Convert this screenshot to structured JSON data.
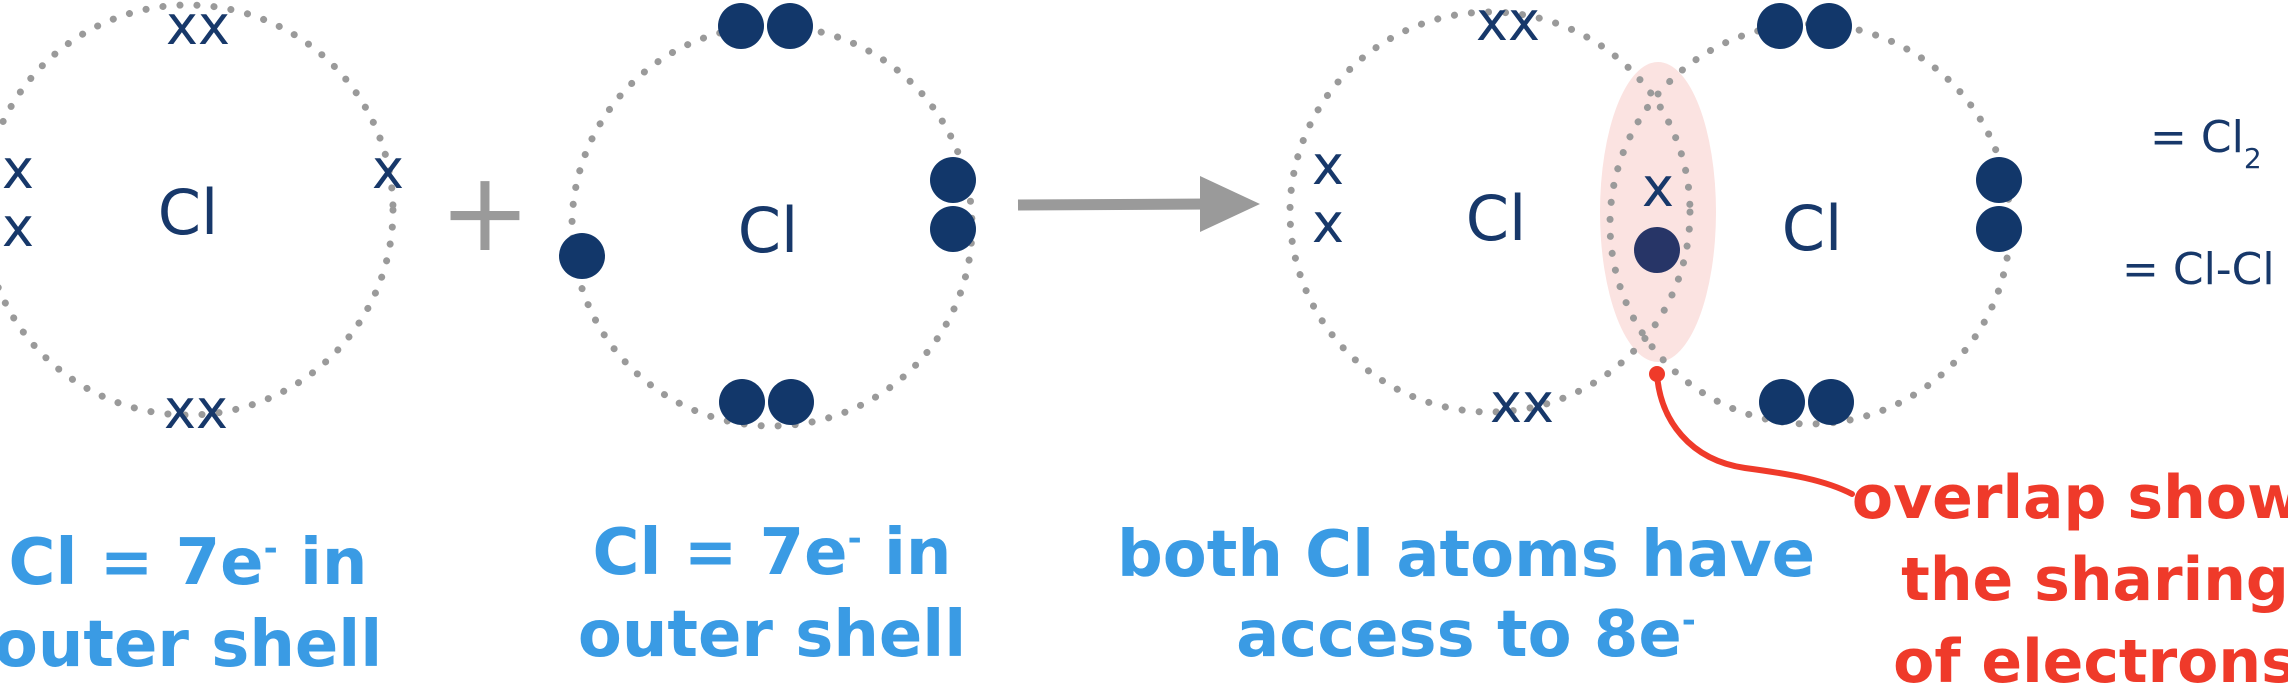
{
  "colors": {
    "shell": "#9a9a9a",
    "electron": "#12376a",
    "text_dark": "#17386a",
    "caption": "#3a9be4",
    "highlight": "#ef3a2a",
    "overlap_fill": "#fbe3e1",
    "arrow": "#9a9a9a"
  },
  "atoms": [
    {
      "symbol": "Cl"
    },
    {
      "symbol": "Cl"
    },
    {
      "symbol": "Cl"
    },
    {
      "symbol": "Cl"
    }
  ],
  "electron_marks": {
    "cross": "x",
    "pair_cross": "xx"
  },
  "plus_sign": "+",
  "captions": [
    {
      "line1": "Cl = 7e",
      "sup": "-",
      "line1_end": " in",
      "line2": "outer shell"
    },
    {
      "line1": "Cl = 7e",
      "sup": "-",
      "line1_end": " in",
      "line2": "outer shell"
    },
    {
      "line1": "both Cl atoms have",
      "line2": "access to 8e",
      "sup": "-"
    }
  ],
  "overlap_note": {
    "lines": [
      "overlap shows",
      "the sharing",
      "of electrons"
    ]
  },
  "equations": {
    "formula_prefix": "= Cl",
    "formula_sub": "2",
    "structural": "= Cl-Cl"
  }
}
